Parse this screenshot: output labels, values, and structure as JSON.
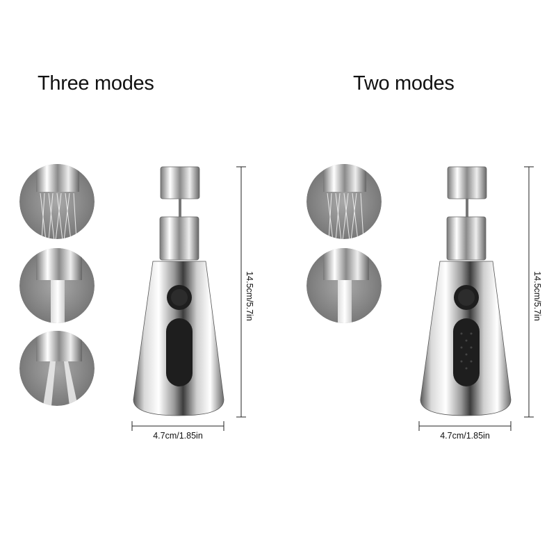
{
  "left": {
    "title": "Three modes",
    "height_label": "14.5cm/5.7in",
    "width_label": "4.7cm/1.85in",
    "modes": [
      "spray",
      "stream",
      "sprinkle"
    ]
  },
  "right": {
    "title": "Two modes",
    "height_label": "14.5cm/5.7in",
    "width_label": "4.7cm/1.85in",
    "modes": [
      "spray",
      "stream"
    ]
  },
  "colors": {
    "background": "#ffffff",
    "chrome_dark": "#3a3a3a",
    "chrome_light": "#f2f2f2",
    "button": "#1e1e1e",
    "circle_bg": "#8c8c8c"
  }
}
